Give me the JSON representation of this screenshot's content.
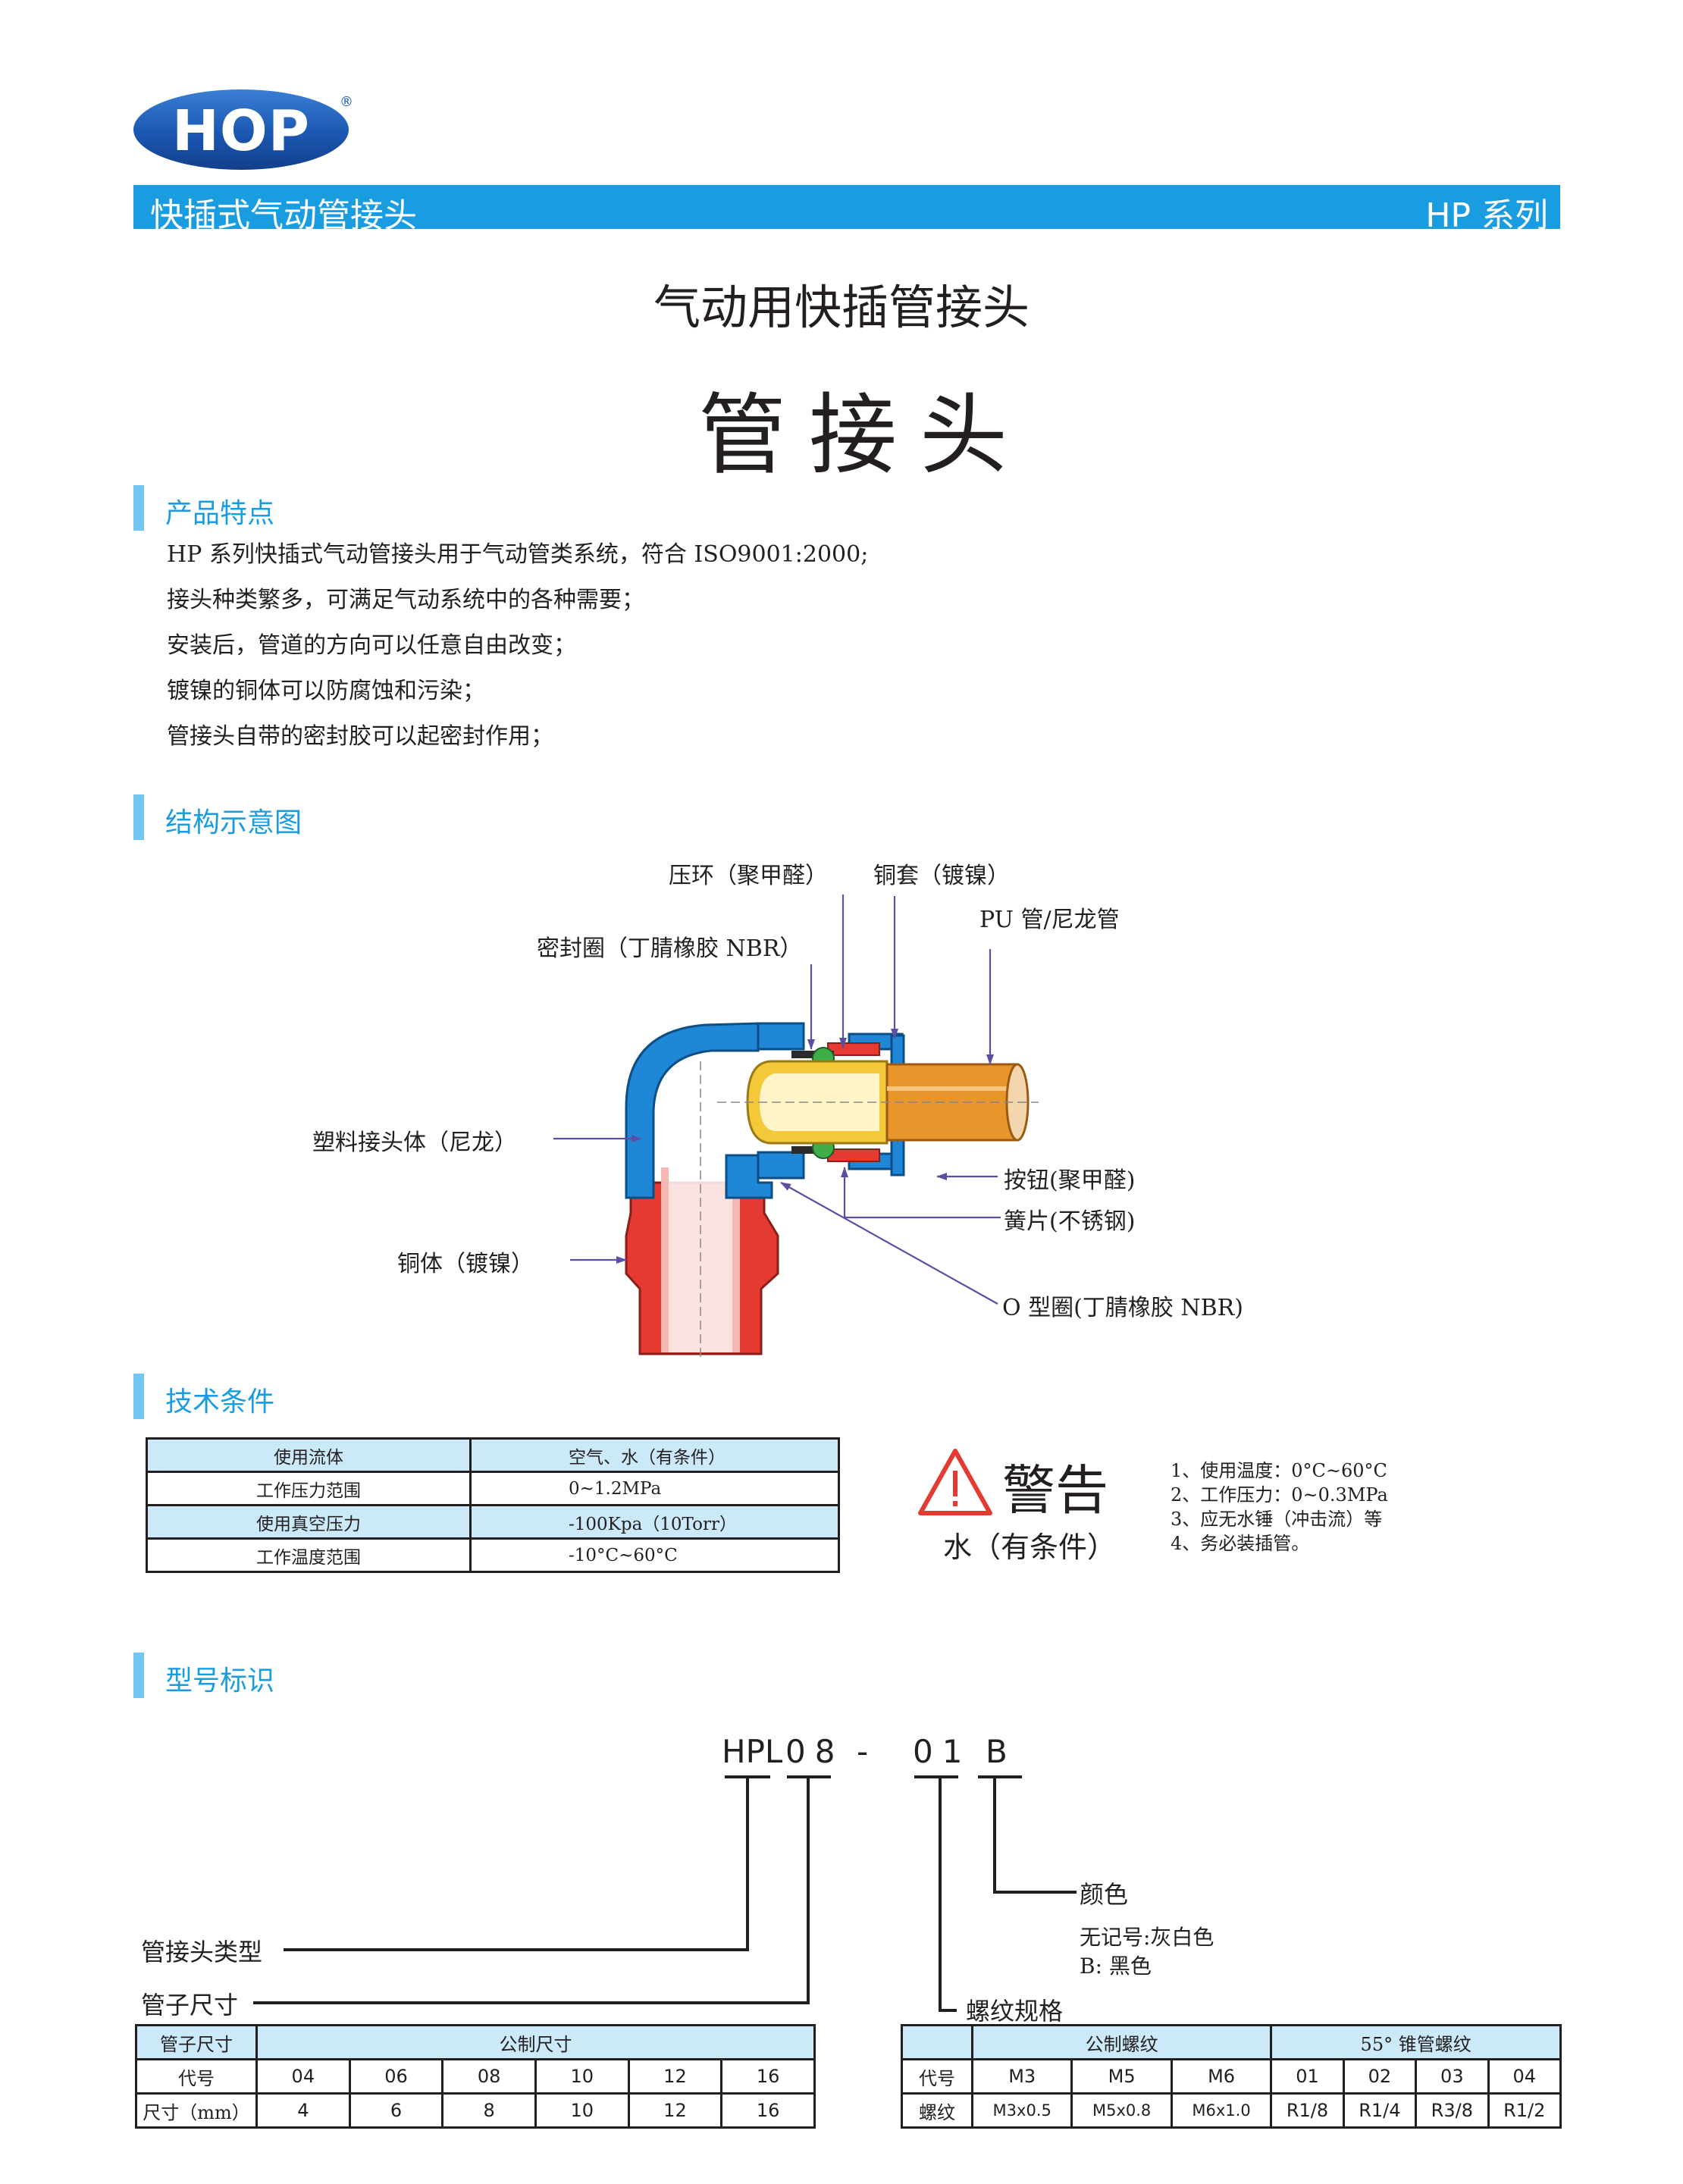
{
  "logo": {
    "text": "HOP",
    "registered": "®"
  },
  "header": {
    "left": "快插式气动管接头",
    "right": "HP 系列"
  },
  "titles": {
    "subtitle": "气动用快插管接头",
    "main": "管接头"
  },
  "sections": {
    "features": "产品特点",
    "structure": "结构示意图",
    "tech": "技术条件",
    "model": "型号标识"
  },
  "features": [
    "HP 系列快插式气动管接头用于气动管类系统，符合 ISO9001:2000;",
    "接头种类繁多，可满足气动系统中的各种需要；",
    "安装后，管道的方向可以任意自由改变；",
    "镀镍的铜体可以防腐蚀和污染；",
    "管接头自带的密封胶可以起密封作用；"
  ],
  "diagram": {
    "labels": {
      "press_ring": "压环（聚甲醛）",
      "copper_sleeve": "铜套（镀镍）",
      "pu_tube": "PU 管/尼龙管",
      "seal_ring": "密封圈（丁腈橡胶 NBR）",
      "plastic_body": "塑料接头体（尼龙）",
      "button": "按钮(聚甲醛)",
      "spring_plate": "簧片(不锈钢)",
      "copper_body": "铜体（镀镍）",
      "o_ring": "O 型圈(丁腈橡胶 NBR)"
    },
    "colors": {
      "body": "#1e88d6",
      "copper": "#e53a31",
      "tube": "#e8952c",
      "sleeve": "#f3c93a",
      "oring": "#3fae49"
    }
  },
  "tech_table": [
    [
      "使用流体",
      "空气、水（有条件）"
    ],
    [
      "工作压力范围",
      "0~1.2MPa"
    ],
    [
      "使用真空压力",
      "-100Kpa（10Torr）"
    ],
    [
      "工作温度范围",
      "-10°C~60°C"
    ]
  ],
  "warning": {
    "title": "警告",
    "subtitle": "水（有条件）",
    "notes": [
      "1、使用温度：0°C~60°C",
      "2、工作压力：0~0.3MPa",
      "3、应无水锤（冲击流）等",
      "4、务必装插管。"
    ]
  },
  "model": {
    "code_parts": {
      "type": "HPL",
      "size": "08",
      "dash": "-",
      "thread": "01",
      "color": "B"
    },
    "labels": {
      "color": "颜色",
      "color_none": "无记号:灰白色",
      "color_b": "B: 黑色",
      "type": "管接头类型",
      "size": "管子尺寸",
      "thread": "螺纹规格"
    }
  },
  "pipe_table": {
    "header": [
      "管子尺寸",
      "公制尺寸"
    ],
    "rows": [
      {
        "label": "代号",
        "values": [
          "04",
          "06",
          "08",
          "10",
          "12",
          "16"
        ]
      },
      {
        "label": "尺寸（mm）",
        "values": [
          "4",
          "6",
          "8",
          "10",
          "12",
          "16"
        ]
      }
    ]
  },
  "thread_table": {
    "header": [
      "",
      "公制螺纹",
      "55° 锥管螺纹"
    ],
    "rows": [
      {
        "label": "代号",
        "values": [
          "M3",
          "M5",
          "M6",
          "01",
          "02",
          "03",
          "04"
        ]
      },
      {
        "label": "螺纹",
        "values": [
          "M3x0.5",
          "M5x0.8",
          "M6x1.0",
          "R1/8",
          "R1/4",
          "R3/8",
          "R1/2"
        ]
      }
    ]
  }
}
